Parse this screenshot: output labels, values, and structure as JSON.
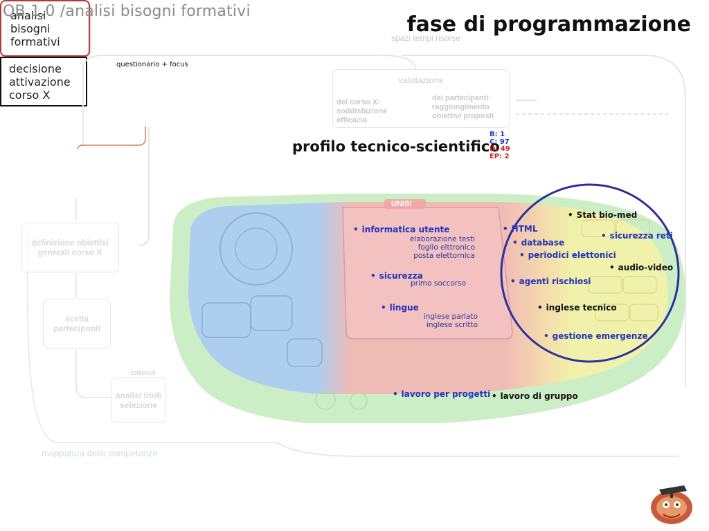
{
  "header": {
    "title_left": "QB 1.0 /analisi bisogni formativi",
    "title_right": "fase di programmazione"
  },
  "flow": {
    "top_label": "questionario + focus",
    "analysis_box": "analisi bisogni formativi",
    "decision_box": "decisione attivazione corso X",
    "faded_definition": "definizione obiettivi generali corso X",
    "faded_selection": "scelta partecipanti",
    "faded_analysis": "analisi titoli selezione",
    "faded_contents": "contenuti",
    "faded_mapping": "mappatura delle competenze",
    "faded_spaces": "spazi tempi risorse",
    "faded_validation": "valutazione",
    "faded_course": "del corso X: soddisfazione efficacia",
    "faded_participants": "dei partecipanti: raggiungimento obiettivi proposti"
  },
  "profile": {
    "title": "profilo tecnico-scientifico",
    "stats": [
      {
        "label": "B: 1",
        "color": "#2233bb"
      },
      {
        "label": "C: 97",
        "color": "#2233bb"
      },
      {
        "label": "D: 49",
        "color": "#cc2222"
      },
      {
        "label": "EP: 2",
        "color": "#cc2222"
      }
    ],
    "device_brand": "UNISI"
  },
  "skills": {
    "informatica": "informatica utente",
    "informatica_sub": [
      "elaborazione testi",
      "foglio elttronico",
      "posta elettornica"
    ],
    "sicurezza": "sicurezza",
    "sicurezza_sub": "primo soccorso",
    "lingue": "lingue",
    "lingue_sub": [
      "inglese parlato",
      "inglese scritto"
    ],
    "html": "HTML",
    "database": "database",
    "periodici": "periodici elettonici",
    "agenti": "agenti rischiosi",
    "inglese_tecnico": "inglese tecnico",
    "gestione": "gestione emergenze",
    "stat": "Stat bio-med",
    "sicurezza_reti": "sicurezza reti",
    "audio": "audio-video",
    "lavoro_progetti": "lavoro per progetti",
    "lavoro_gruppo": "lavoro di gruppo"
  },
  "colors": {
    "blue_text": "#2233bb",
    "circle": "#2a2f9a",
    "red_box_border": "#b13a3a"
  }
}
